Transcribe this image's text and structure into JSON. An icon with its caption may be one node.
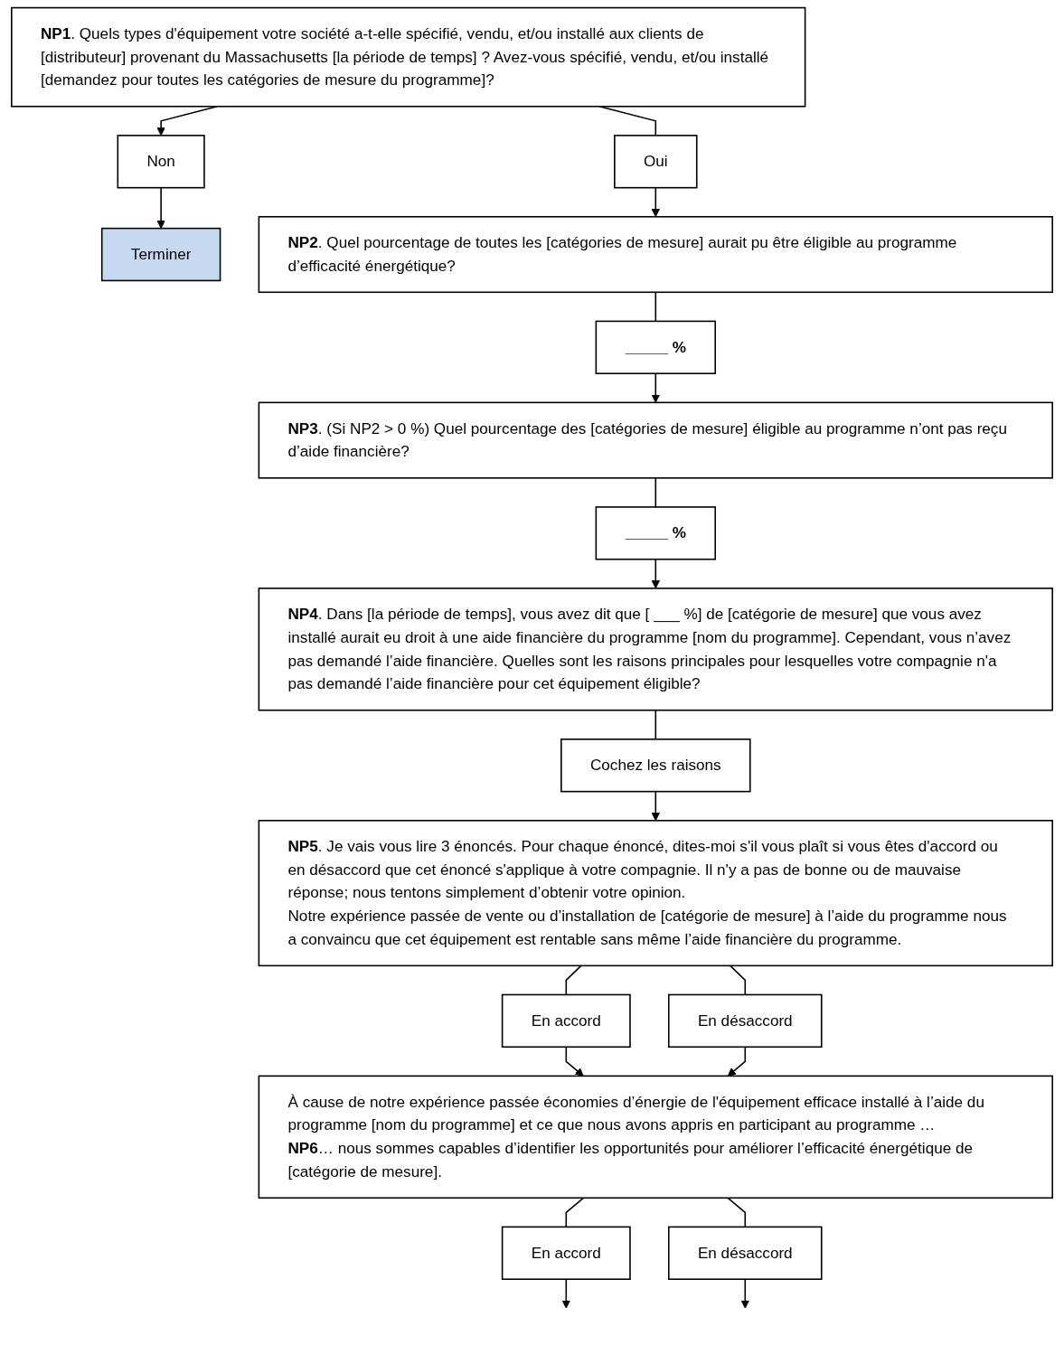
{
  "diagram": {
    "nodes": [
      {
        "text": [
          "**NP1**. Quels types d'équipement votre société a-t-elle spécifié, vendu, et/ou installé aux clients de [distributeur] provenant du Massachusetts [la période de temps] ? Avez-vous spécifié, vendu, et/ou installé [demandez pour toutes les catégories de mesure du programme]?"
        ]
      },
      {
        "text": [
          "Non"
        ]
      },
      {
        "text": [
          "Terminer"
        ]
      },
      {
        "text": [
          "Oui"
        ]
      },
      {
        "text": [
          "**NP2**. Quel pourcentage de toutes les [catégories de mesure] aurait pu être éligible au programme d’efficacité énergétique?"
        ]
      },
      {
        "text": [
          "_____ %"
        ]
      },
      {
        "text": [
          "**NP3**. (Si NP2 > 0 %) Quel pourcentage des [catégories de mesure] éligible au programme n’ont pas reçu d’aide financière?"
        ]
      },
      {
        "text": [
          "_____ %"
        ]
      },
      {
        "text": [
          "**NP4**. Dans [la période de temps], vous avez dit que [ ___ %] de [catégorie de mesure] que vous avez installé aurait eu droit à une aide financière du programme [nom du programme]. Cependant, vous n’avez pas demandé l’aide financière. Quelles sont les raisons principales pour lesquelles votre compagnie n'a pas demandé l’aide financière pour cet équipement éligible?"
        ]
      },
      {
        "text": [
          "Cochez les raisons"
        ]
      },
      {
        "text": [
          "**NP5**. Je vais vous lire 3 énoncés. Pour chaque énoncé, dites-moi s'il vous plaît si vous êtes d'accord ou en désaccord que cet énoncé s'applique à votre compagnie. Il n'y a pas de bonne ou de mauvaise réponse; nous tentons simplement d’obtenir votre opinion.",
          "Notre expérience passée de vente ou d’installation de [catégorie de mesure] à l’aide du programme nous a convaincu que cet équipement est rentable sans même l’aide financière du programme."
        ]
      },
      {
        "text": [
          "En accord"
        ]
      },
      {
        "text": [
          "En désaccord"
        ]
      },
      {
        "text": [
          "À cause de notre expérience passée économies d’énergie de l'équipement efficace installé à l’aide du programme [nom du programme] et ce que nous avons appris en participant au programme …",
          "**NP6**… nous sommes capables d’identifier les opportunités pour améliorer l’efficacité énergétique de [catégorie de mesure]."
        ]
      },
      {
        "text": [
          "En accord"
        ]
      },
      {
        "text": [
          "En désaccord"
        ]
      }
    ],
    "edges": [
      {
        "from": 0,
        "to": 1,
        "arrow": "to"
      },
      {
        "from": 1,
        "to": 2,
        "arrow": "to"
      },
      {
        "from": 0,
        "to": 3,
        "arrow": "none"
      },
      {
        "from": 3,
        "to": 4,
        "arrow": "to"
      },
      {
        "from": 4,
        "to": 5,
        "arrow": "none"
      },
      {
        "from": 5,
        "to": 6,
        "arrow": "to"
      },
      {
        "from": 6,
        "to": 7,
        "arrow": "none"
      },
      {
        "from": 7,
        "to": 8,
        "arrow": "to"
      },
      {
        "from": 8,
        "to": 9,
        "arrow": "none"
      },
      {
        "from": 9,
        "to": 10,
        "arrow": "to"
      },
      {
        "from": 10,
        "to": 11,
        "arrow": "none"
      },
      {
        "from": 10,
        "to": 12,
        "arrow": "none"
      },
      {
        "from": 11,
        "to": 13,
        "arrow": "to"
      },
      {
        "from": 12,
        "to": 13,
        "arrow": "to"
      },
      {
        "from": 13,
        "to": 14,
        "arrow": "none"
      },
      {
        "from": 13,
        "to": 15,
        "arrow": "none"
      },
      {
        "from": 14,
        "to": null,
        "arrow": "to"
      },
      {
        "from": 15,
        "to": null,
        "arrow": "to"
      }
    ]
  }
}
